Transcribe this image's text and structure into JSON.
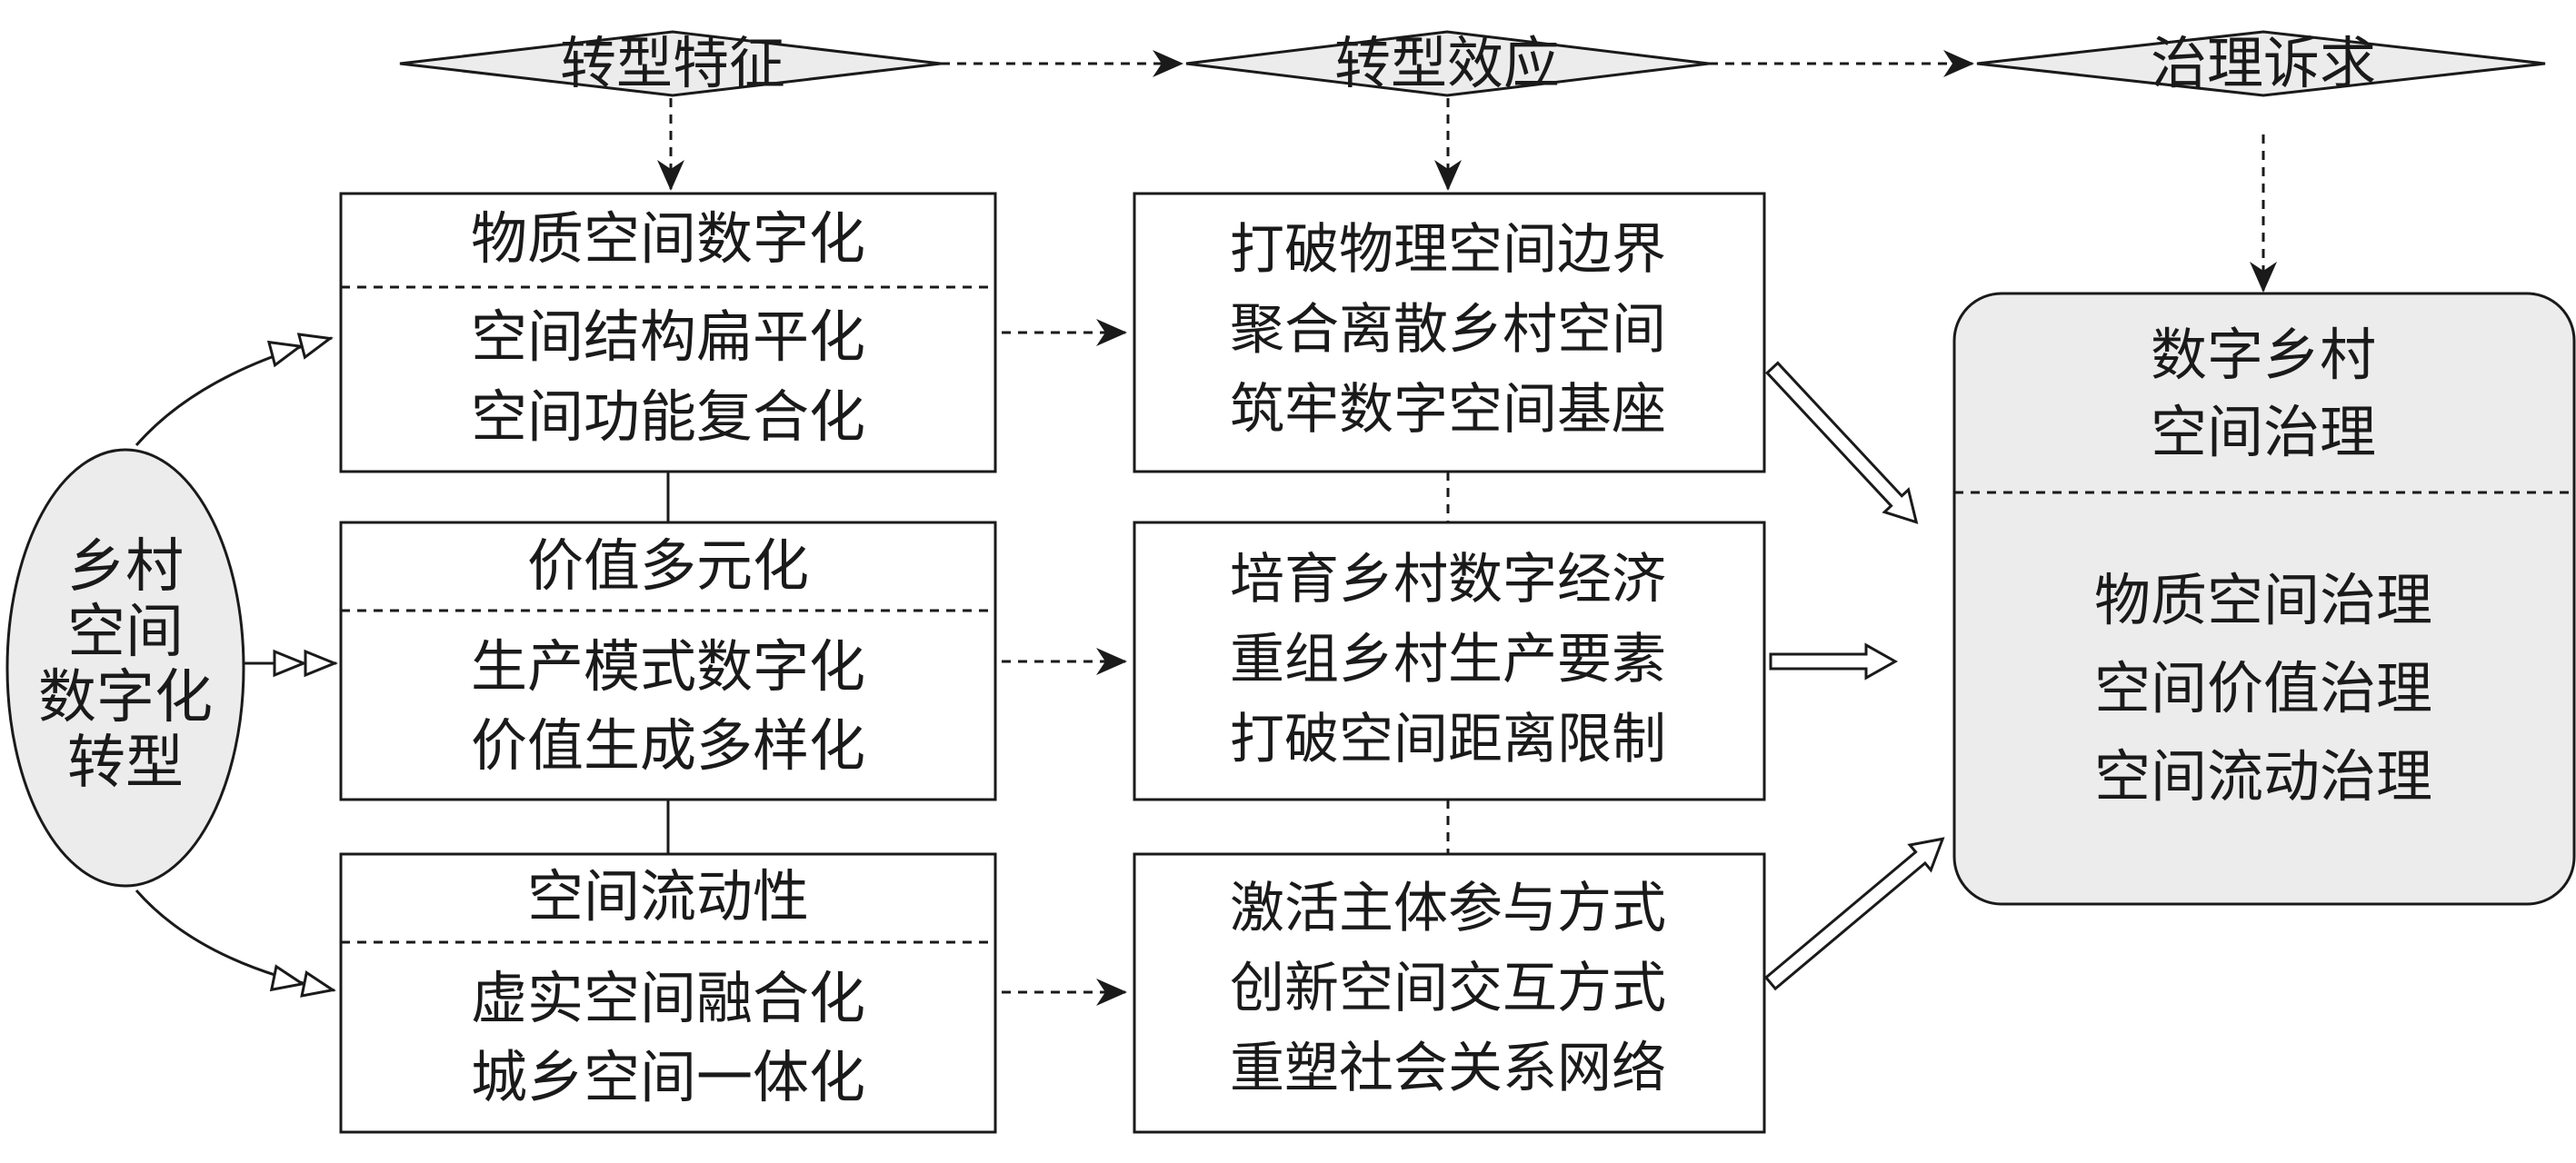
{
  "headers": {
    "features": "转型特征",
    "effects": "转型效应",
    "demands": "治理诉求"
  },
  "source": {
    "lines": [
      "乡村",
      "空间",
      "数字化",
      "转型"
    ]
  },
  "features": [
    {
      "title": "物质空间数字化",
      "items": [
        "空间结构扁平化",
        "空间功能复合化"
      ]
    },
    {
      "title": "价值多元化",
      "items": [
        "生产模式数字化",
        "价值生成多样化"
      ]
    },
    {
      "title": "空间流动性",
      "items": [
        "虚实空间融合化",
        "城乡空间一体化"
      ]
    }
  ],
  "effects": [
    [
      "打破物理空间边界",
      "聚合离散乡村空间",
      "筑牢数字空间基座"
    ],
    [
      "培育乡村数字经济",
      "重组乡村生产要素",
      "打破空间距离限制"
    ],
    [
      "激活主体参与方式",
      "创新空间交互方式",
      "重塑社会关系网络"
    ]
  ],
  "governance": {
    "title_lines": [
      "数字乡村",
      "空间治理"
    ],
    "items": [
      "物质空间治理",
      "空间价值治理",
      "空间流动治理"
    ]
  },
  "colors": {
    "stroke": "#1a1a1a",
    "fill_light": "#ececec",
    "box_fill": "#ffffff"
  }
}
